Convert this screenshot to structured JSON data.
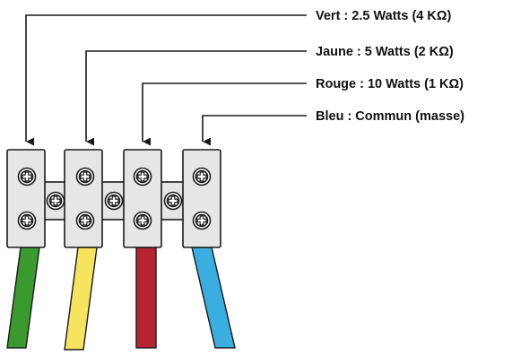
{
  "labels": {
    "green": "Vert : 2.5 Watts (4 KΩ)",
    "yellow": "Jaune : 5 Watts (2 KΩ)",
    "red": "Rouge : 10 Watts (1 KΩ)",
    "blue": "Bleu : Commun (masse)"
  },
  "colors": {
    "green_wire": "#3a9a2e",
    "yellow_wire": "#f7e45e",
    "red_wire": "#b52430",
    "blue_wire": "#3aaee0",
    "terminal_body": "#e6e6e6",
    "outline": "#1a1a1a"
  }
}
